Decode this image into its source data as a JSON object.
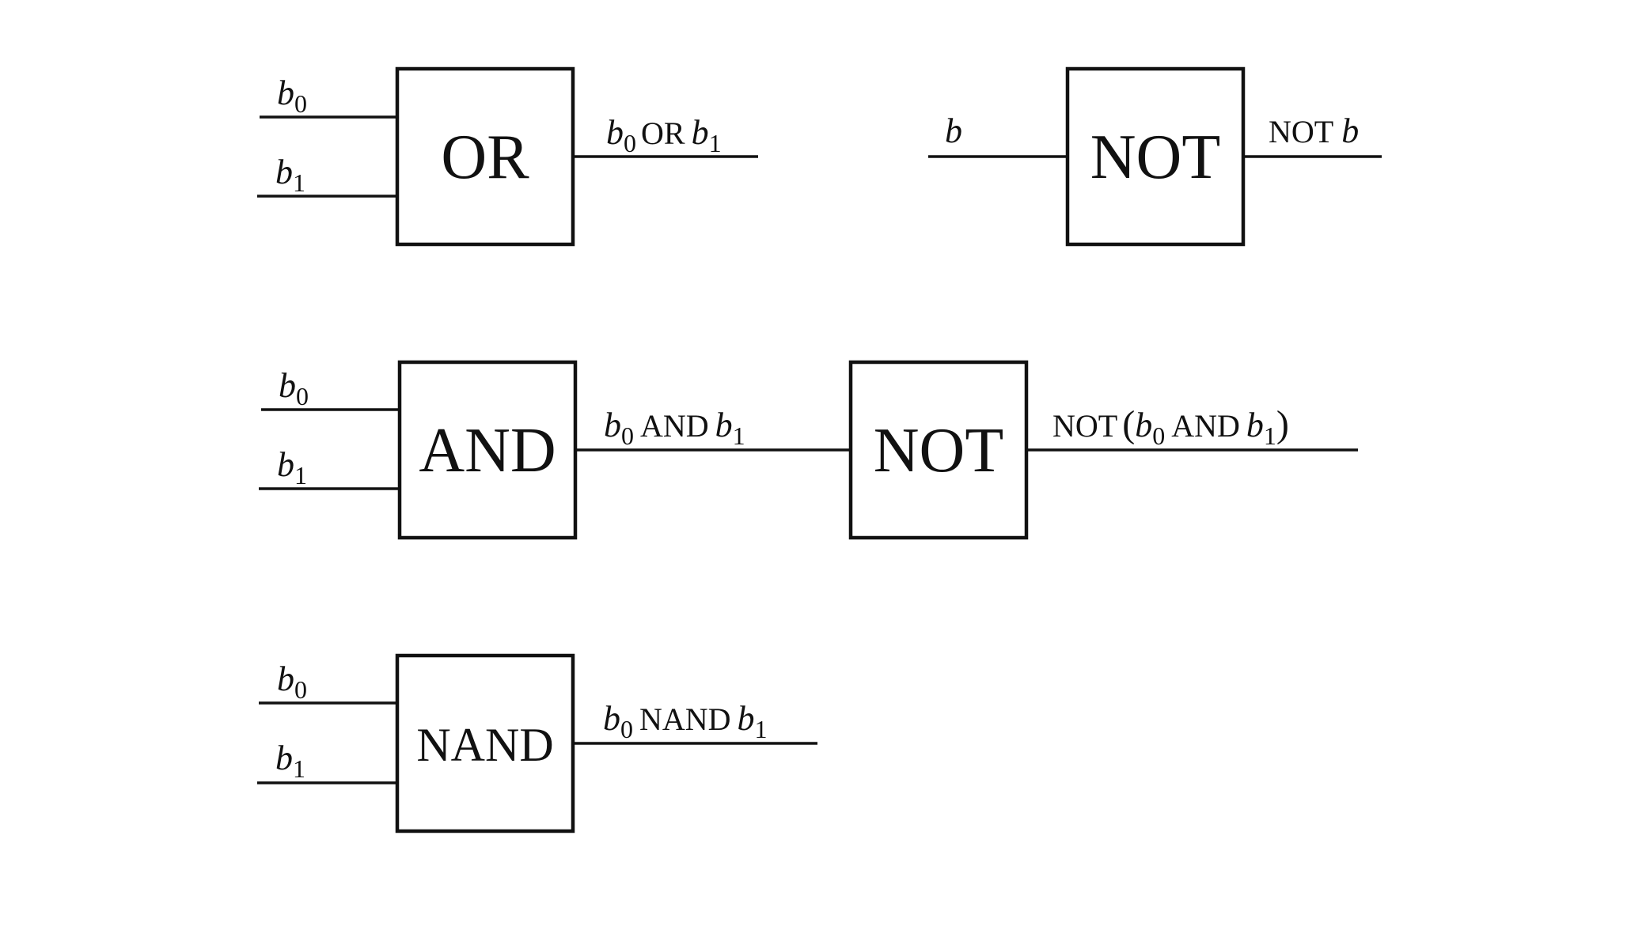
{
  "gates": {
    "or": {
      "label": "OR"
    },
    "not_single": {
      "label": "NOT"
    },
    "and": {
      "label": "AND"
    },
    "not_chain": {
      "label": "NOT"
    },
    "nand": {
      "label": "NAND"
    }
  },
  "labels": {
    "b": "b",
    "b0": "b",
    "b1": "b",
    "sub0": "0",
    "sub1": "1",
    "or_op": "OR",
    "not_op": "NOT",
    "and_op": "AND",
    "nand_op": "NAND",
    "open_paren": "(",
    "close_paren": ")"
  },
  "colors": {
    "ink": "#111111",
    "background": "#ffffff"
  }
}
